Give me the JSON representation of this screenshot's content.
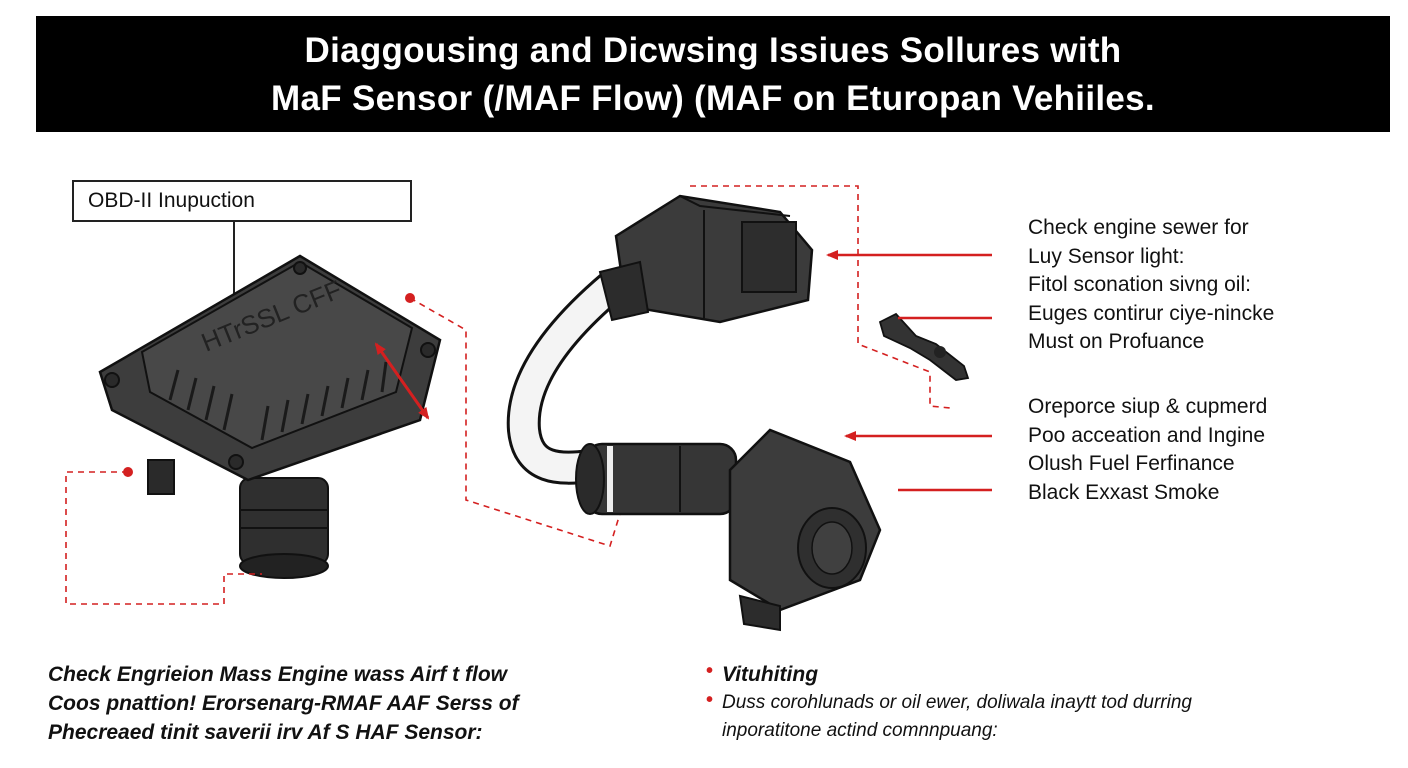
{
  "header": {
    "title_line1": "Diaggousing and Dicwsing Issiues Sollures with",
    "title_line2": "MaF Sensor (/MAF Flow) (MAF on Eturopan Vehiiles."
  },
  "callout": {
    "obd_label": "OBD-II Inupuction"
  },
  "module_label": "HTrSSL CFF",
  "symptoms_group1": [
    "Check engine sewer for",
    "Luy Sensor light:",
    "Fitol sconation sivng oil:",
    "Euges contirur ciye-nincke",
    "Must on Profuance"
  ],
  "symptoms_group2": [
    "Oreporce siup & cupmerd",
    "Poo acceation and Ingine",
    "Olush Fuel Ferfinance",
    "Black Exxast Smoke"
  ],
  "bottom_left": [
    "Check Engrieion Mass Engine wass Airf t flow",
    "Coos pnattion! Erorsenarg-RMAF AAF Serss of",
    "Phecreaed tinit saverii irv Af S HAF Sensor:"
  ],
  "bottom_right": {
    "title": "Vituhiting",
    "body_line1": "Duss corohlunads or oil ewer, doliwala inaytt tod durring",
    "body_line2": "inporatitone actind comnnpuang:"
  },
  "colors": {
    "accent": "#d42020",
    "banner_bg": "#000000",
    "part_fill": "#3a3a3a"
  }
}
